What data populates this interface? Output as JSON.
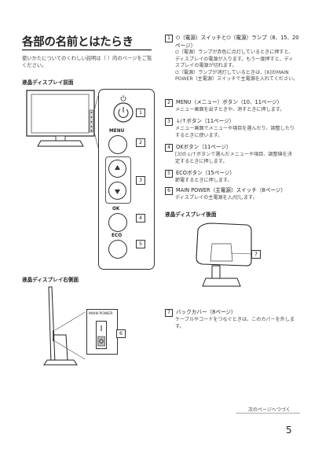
{
  "page": {
    "title": "各部の名前とはたらき",
    "intro": "使いかたについてのくわしい説明は（ ）内のページをご覧ください。",
    "page_number": "5",
    "next_page": "次のページへつづく"
  },
  "sections": {
    "front": "液晶ディスプレイ前面",
    "right": "液晶ディスプレイ右側面",
    "back": "液晶ディスプレイ後面"
  },
  "labels": {
    "menu": "MENU",
    "ok": "OK",
    "eco": "ECO",
    "main_power": "MAIN POWER",
    "n1": "1",
    "n2": "2",
    "n3": "3",
    "n4": "4",
    "n5": "5",
    "n6": "6",
    "n7": "7"
  },
  "items": [
    {
      "num": "1",
      "title": "⏻（電源）スイッチと⏻（電源）ランプ（8、15、20",
      "title2": "ページ）",
      "lines": [
        "⏻（電源）ランプが赤色に点灯しているときに押すと、",
        "ディスプレイの電源が入ります。もう一度押すと、ディ",
        "スプレイの電源が切れます。",
        "⏻（電源）ランプが消灯しているときは、[6]のMAIN",
        "POWER（主電源）スイッチで主電源を入れてください。"
      ]
    },
    {
      "num": "2",
      "title": "MENU（メニュー）ボタン（10、11ページ）",
      "lines": [
        "メニュー画面を出すときや、消すときに押します。"
      ]
    },
    {
      "num": "3",
      "title": "↓/↑ボタン（11ページ）",
      "lines": [
        "メニュー画面でメニューや項目を選んだり、調整したり",
        "するときに使います。"
      ]
    },
    {
      "num": "4",
      "title": "OKボタン（11ページ）",
      "lines": [
        "[3]の↓/↑ボタンで選んだメニューや項目、調整値を決",
        "定するときに押します。"
      ]
    },
    {
      "num": "5",
      "title": "ECOボタン（15ページ）",
      "lines": [
        "節電するときに押します。"
      ]
    },
    {
      "num": "6",
      "title": "MAIN POWER（主電源）スイッチ（8ページ）",
      "lines": [
        "ディスプレイの主電源を入/切します。"
      ]
    },
    {
      "num": "7",
      "title": "バックカバー（8ページ）",
      "lines": [
        "ケーブルやコードをつなぐときは、このカバーを外しま",
        "す。"
      ]
    }
  ]
}
